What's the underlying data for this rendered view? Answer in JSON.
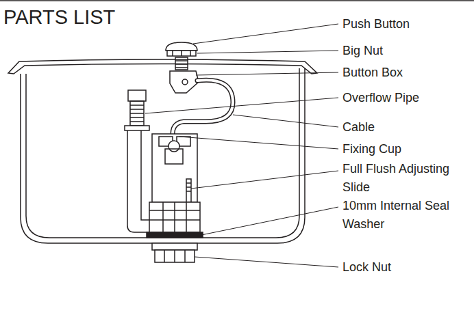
{
  "diagram": {
    "title": "PARTS LIST",
    "labels": [
      "Push Button",
      "Big Nut",
      "Button Box",
      "Overflow Pipe",
      "Cable",
      "Fixing Cup",
      "Full Flush Adjusting Slide",
      "10mm Internal Seal Washer",
      "Lock Nut"
    ]
  }
}
